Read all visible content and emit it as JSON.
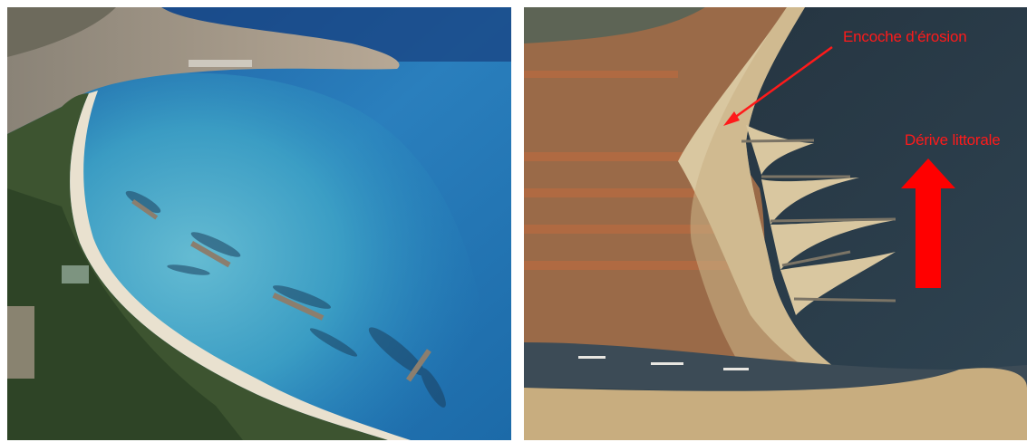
{
  "left_photo": {
    "description_icon": "aerial-bay-photo"
  },
  "right_photo": {
    "annotations": {
      "erosion_notch": "Encoche d’érosion",
      "longshore_drift": "Dérive littorale"
    },
    "annotation_color": "#ff1a1a"
  }
}
